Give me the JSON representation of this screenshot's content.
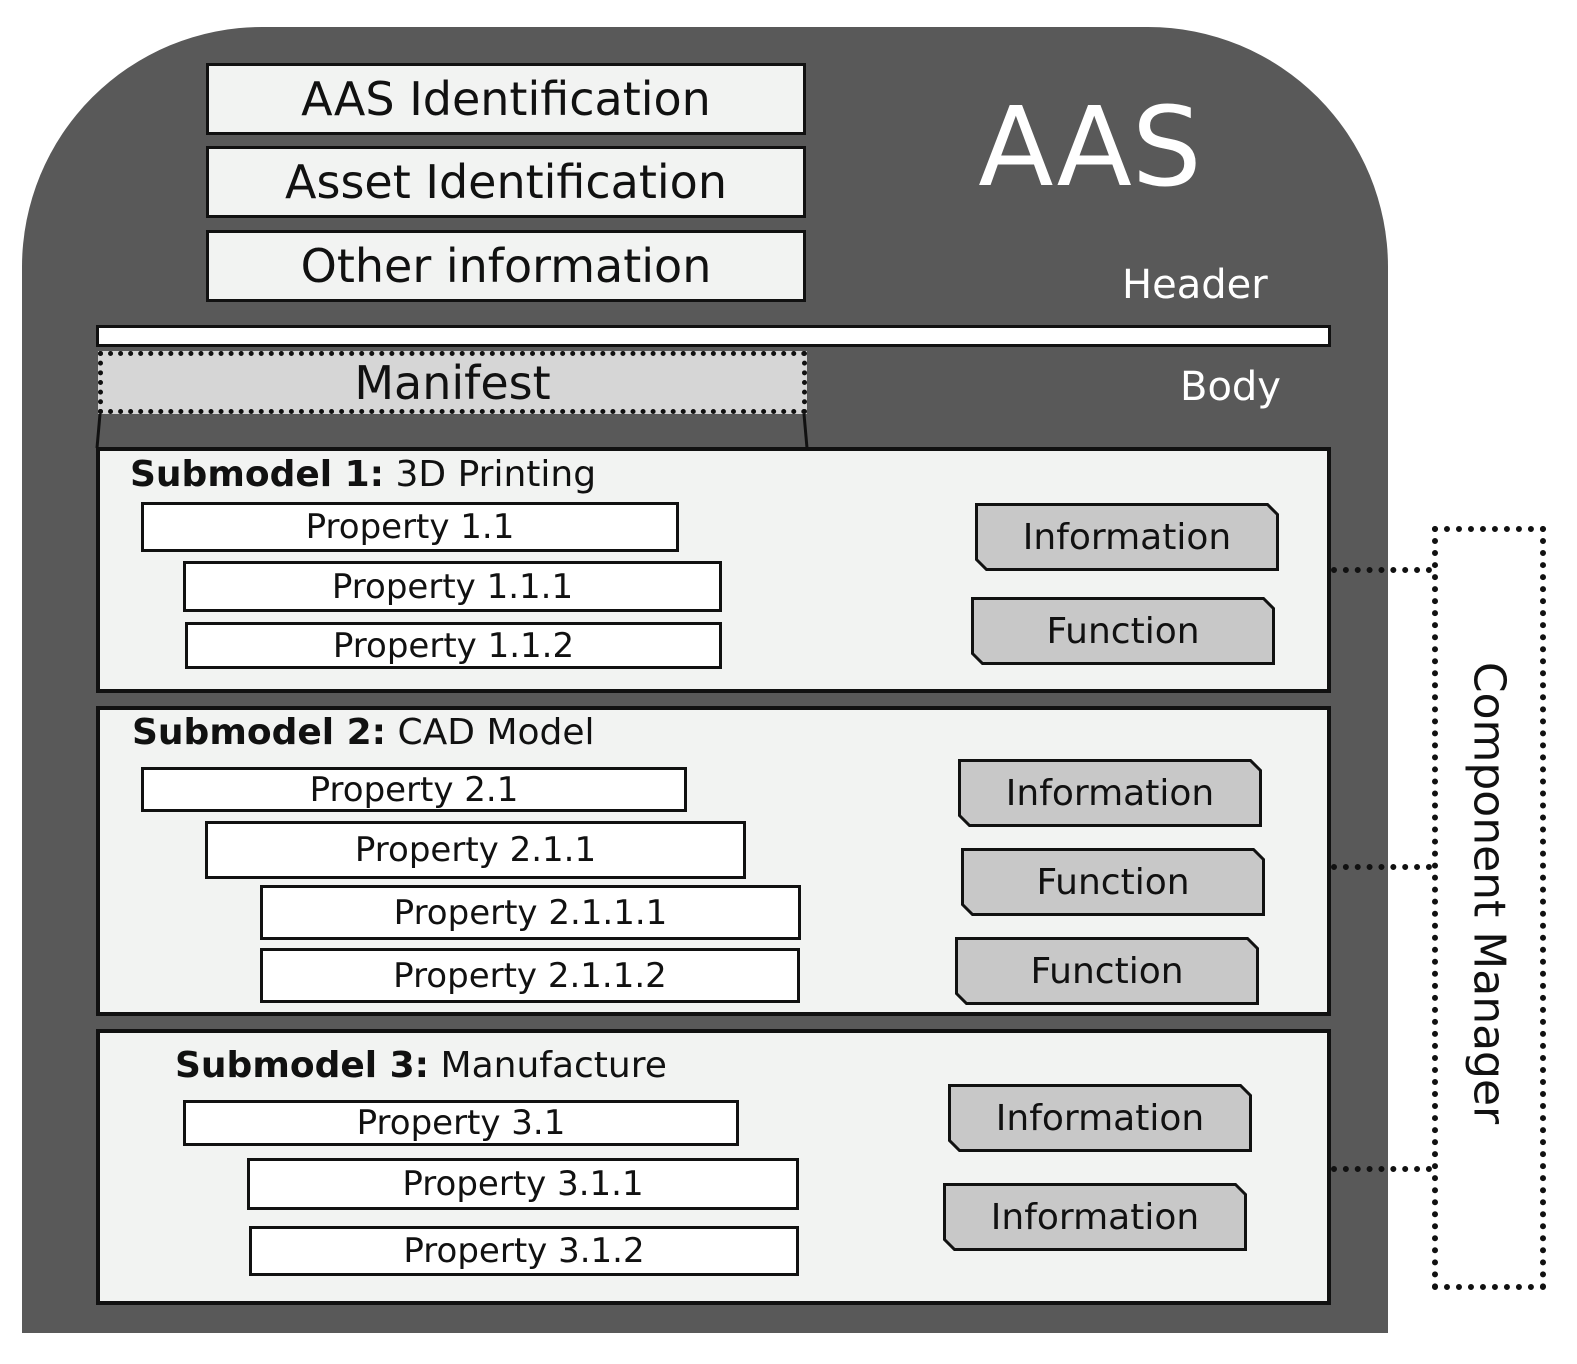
{
  "aas": {
    "title": "AAS",
    "header_label": "Header",
    "body_label": "Body",
    "identification": [
      "AAS Identification",
      "Asset Identification",
      "Other information"
    ],
    "manifest": "Manifest"
  },
  "submodels": [
    {
      "title_bold": "Submodel 1:",
      "title_rest": " 3D Printing",
      "properties": [
        "Property 1.1",
        "Property 1.1.1",
        "Property 1.1.2"
      ],
      "elements": [
        "Information",
        "Function"
      ]
    },
    {
      "title_bold": "Submodel 2:",
      "title_rest": " CAD Model",
      "properties": [
        "Property 2.1",
        "Property 2.1.1",
        "Property 2.1.1.1",
        "Property 2.1.1.2"
      ],
      "elements": [
        "Information",
        "Function",
        "Function"
      ]
    },
    {
      "title_bold": "Submodel 3:",
      "title_rest": " Manufacture",
      "properties": [
        "Property 3.1",
        "Property 3.1.1",
        "Property 3.1.2"
      ],
      "elements": [
        "Information",
        "Information"
      ]
    }
  ],
  "component_manager": "Component Manager",
  "colors": {
    "shell": "#595959",
    "panel": "#f2f3f2",
    "tag_fill": "#c8c8c8",
    "manifest_fill": "#d6d6d6",
    "stroke": "#111111"
  }
}
